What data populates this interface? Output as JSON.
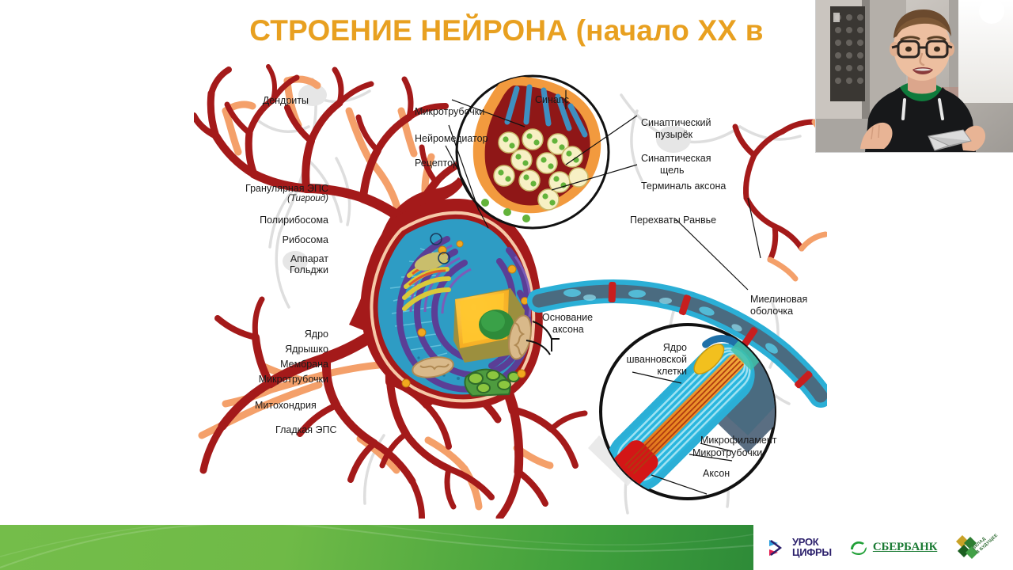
{
  "slide": {
    "title": "СТРОЕНИЕ НЕЙРОНА (начало XX в",
    "title_color": "#E8A020",
    "background_color": "#ffffff"
  },
  "diagram": {
    "name": "neuron-structure-diagram",
    "labels": {
      "dendrites": "Дендриты",
      "microtubules_top": "Микротрубочки",
      "neurotransmitter": "Нейромедиатор",
      "receptor": "Рецептор",
      "granular_er": "Гранулярная ЭПС",
      "granular_er_sub": "(Тигроид)",
      "polyribosome": "Полирибосома",
      "ribosome": "Рибосома",
      "golgi_line1": "Аппарат",
      "golgi_line2": "Гольджи",
      "nucleus": "Ядро",
      "nucleolus": "Ядрышко",
      "membrane": "Мембрана",
      "microtubules_soma": "Микротрубочки",
      "mitochondria": "Митохондрия",
      "smooth_er": "Гладкая ЭПС",
      "synapse": "Синапс",
      "synaptic_vesicle_line1": "Синаптический",
      "synaptic_vesicle_line2": "пузырёк",
      "synaptic_cleft_line1": "Синаптическая",
      "synaptic_cleft_line2": "щель",
      "axon_terminal": "Терминаль аксона",
      "nodes_of_ranvier": "Перехваты Ранвье",
      "axon_hillock_line1": "Основание",
      "axon_hillock_line2": "аксона",
      "myelin_sheath_line1": "Миелиновая",
      "myelin_sheath_line2": "оболочка",
      "schwann_nucleus_line1": "Ядро",
      "schwann_nucleus_line2": "шванновской",
      "schwann_nucleus_line3": "клетки",
      "microfilament": "Микрофиламент",
      "microtubules_axon": "Микротрубочки",
      "axon": "Аксон"
    },
    "colors": {
      "soma_red": "#A41A1A",
      "dendrite_orange": "#F4A06A",
      "cytoplasm_blue": "#2E9CC4",
      "er_purple": "#5B3E96",
      "nucleus_orange": "#F5B21E",
      "nucleolus_green": "#2E8B3A",
      "golgi_yellow": "#D9C93A",
      "mitochondria_tan": "#D9B98A",
      "smooth_er_green": "#4E9B3F",
      "myelin_cyan": "#2BAFD6",
      "axon_core_slate": "#4A6B80",
      "node_red": "#C81E1E",
      "ghost_gray": "#DEDEDE",
      "vesicle_yellow": "#F5EFC0",
      "neurotransmitter_green": "#63B33B",
      "receptor_navy": "#1F3F6B"
    }
  },
  "footer": {
    "bar_color_left": "#74bd4a",
    "bar_color_right": "#2e8b38",
    "logos": [
      {
        "name": "УРОК ЦИФРЫ",
        "line1": "УРОК",
        "line2": "ЦИФРЫ"
      },
      {
        "name": "СБЕРБАНК",
        "text": "СБЕРБАНК"
      },
      {
        "name": "Вклад в будущее",
        "line1": "ВКЛАД",
        "line2": "В БУДУЩЕЕ"
      }
    ]
  },
  "webcam": {
    "name": "presenter-webcam",
    "description": "Presenter video overlay"
  }
}
